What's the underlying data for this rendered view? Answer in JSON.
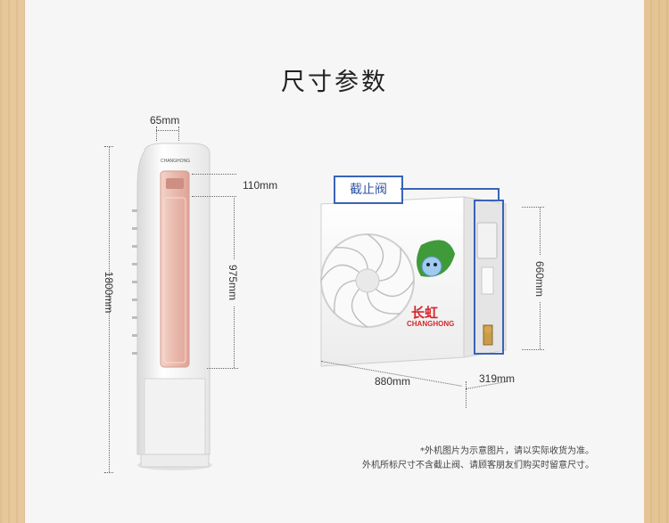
{
  "page": {
    "title": "尺寸参数"
  },
  "indoor_unit": {
    "brand_small": "CHANGHONG",
    "dims": {
      "depth": "65mm",
      "panel_top": "110mm",
      "height": "1800mm",
      "panel_height": "975mm"
    }
  },
  "outdoor_unit": {
    "valve_label": "截止阀",
    "brand_cn": "长虹",
    "brand_en": "CHANGHONG",
    "dims": {
      "width": "880mm",
      "depth": "319mm",
      "height": "660mm"
    }
  },
  "notes": {
    "line1": "*外机图片为示意图片，请以实际收货为准。",
    "line2": "外机所标尺寸不含截止阀、请顾客朋友们购买时留意尺寸。"
  },
  "colors": {
    "panel_pink": "#e9b9ad",
    "valve_blue": "#3a63b8",
    "brand_red": "#d7262b",
    "leaf_green": "#3f9a3a"
  }
}
